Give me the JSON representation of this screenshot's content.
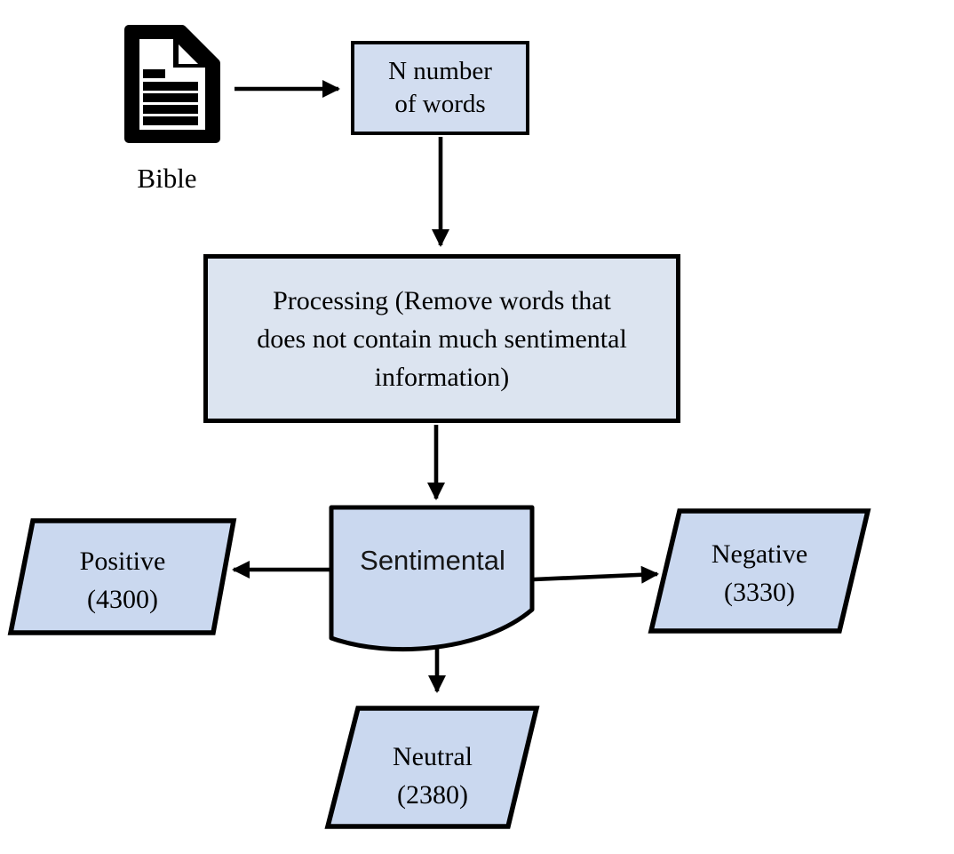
{
  "page": {
    "background_color": "#ffffff"
  },
  "flowchart": {
    "stroke_color": "#000000",
    "text_color": "#000000",
    "source": {
      "icon": "document-file-icon",
      "label": "Bible"
    },
    "nodes": {
      "word_count": {
        "shape": "rectangle",
        "fill": "#d2ddf0",
        "lines": [
          "N number",
          "of words"
        ]
      },
      "processing": {
        "shape": "rectangle",
        "fill": "#dce4f0",
        "lines": [
          "Processing (Remove words that",
          "does not contain much sentimental",
          "information)"
        ]
      },
      "sentimental": {
        "shape": "document",
        "fill": "#cad8ef",
        "label": "Sentimental"
      },
      "positive": {
        "shape": "parallelogram",
        "fill": "#cad8ef",
        "lines": [
          "Positive",
          "(4300)"
        ]
      },
      "negative": {
        "shape": "parallelogram",
        "fill": "#cad8ef",
        "lines": [
          "Negative",
          "(3330)"
        ]
      },
      "neutral": {
        "shape": "parallelogram",
        "fill": "#cad8ef",
        "lines": [
          "Neutral",
          "(2380)"
        ]
      }
    },
    "edges": [
      {
        "from": "bible",
        "to": "word_count",
        "direction": "right"
      },
      {
        "from": "word_count",
        "to": "processing",
        "direction": "down"
      },
      {
        "from": "processing",
        "to": "sentimental",
        "direction": "down"
      },
      {
        "from": "sentimental",
        "to": "positive",
        "direction": "left"
      },
      {
        "from": "sentimental",
        "to": "negative",
        "direction": "right"
      },
      {
        "from": "sentimental",
        "to": "neutral",
        "direction": "down"
      }
    ]
  }
}
